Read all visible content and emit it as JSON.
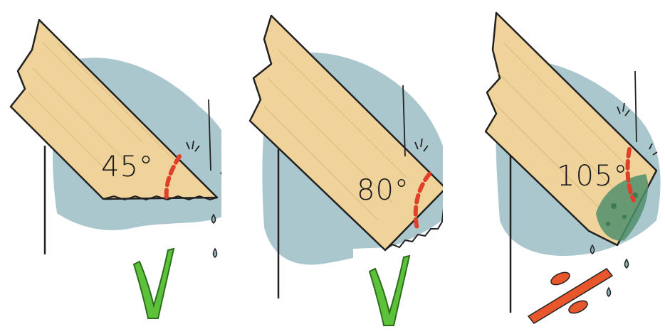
{
  "panels": [
    {
      "angle_label": "45°",
      "verdict": "good",
      "verdict_icon": "green-check-icon",
      "colors": {
        "wood": "#f0d39a",
        "water": "#8fb4bd",
        "angle_marker": "#e0402a",
        "verdict": "#5cc23a"
      }
    },
    {
      "angle_label": "80°",
      "verdict": "good",
      "verdict_icon": "green-check-icon",
      "colors": {
        "wood": "#f0d39a",
        "water": "#8fb4bd",
        "angle_marker": "#e0402a",
        "verdict": "#5cc23a"
      }
    },
    {
      "angle_label": "105°",
      "verdict": "bad",
      "verdict_icon": "red-percent-icon",
      "colors": {
        "wood": "#f0d39a",
        "water": "#8fb4bd",
        "angle_marker": "#e0402a",
        "rot": "#4f8f6b",
        "verdict": "#e8562b"
      }
    }
  ]
}
